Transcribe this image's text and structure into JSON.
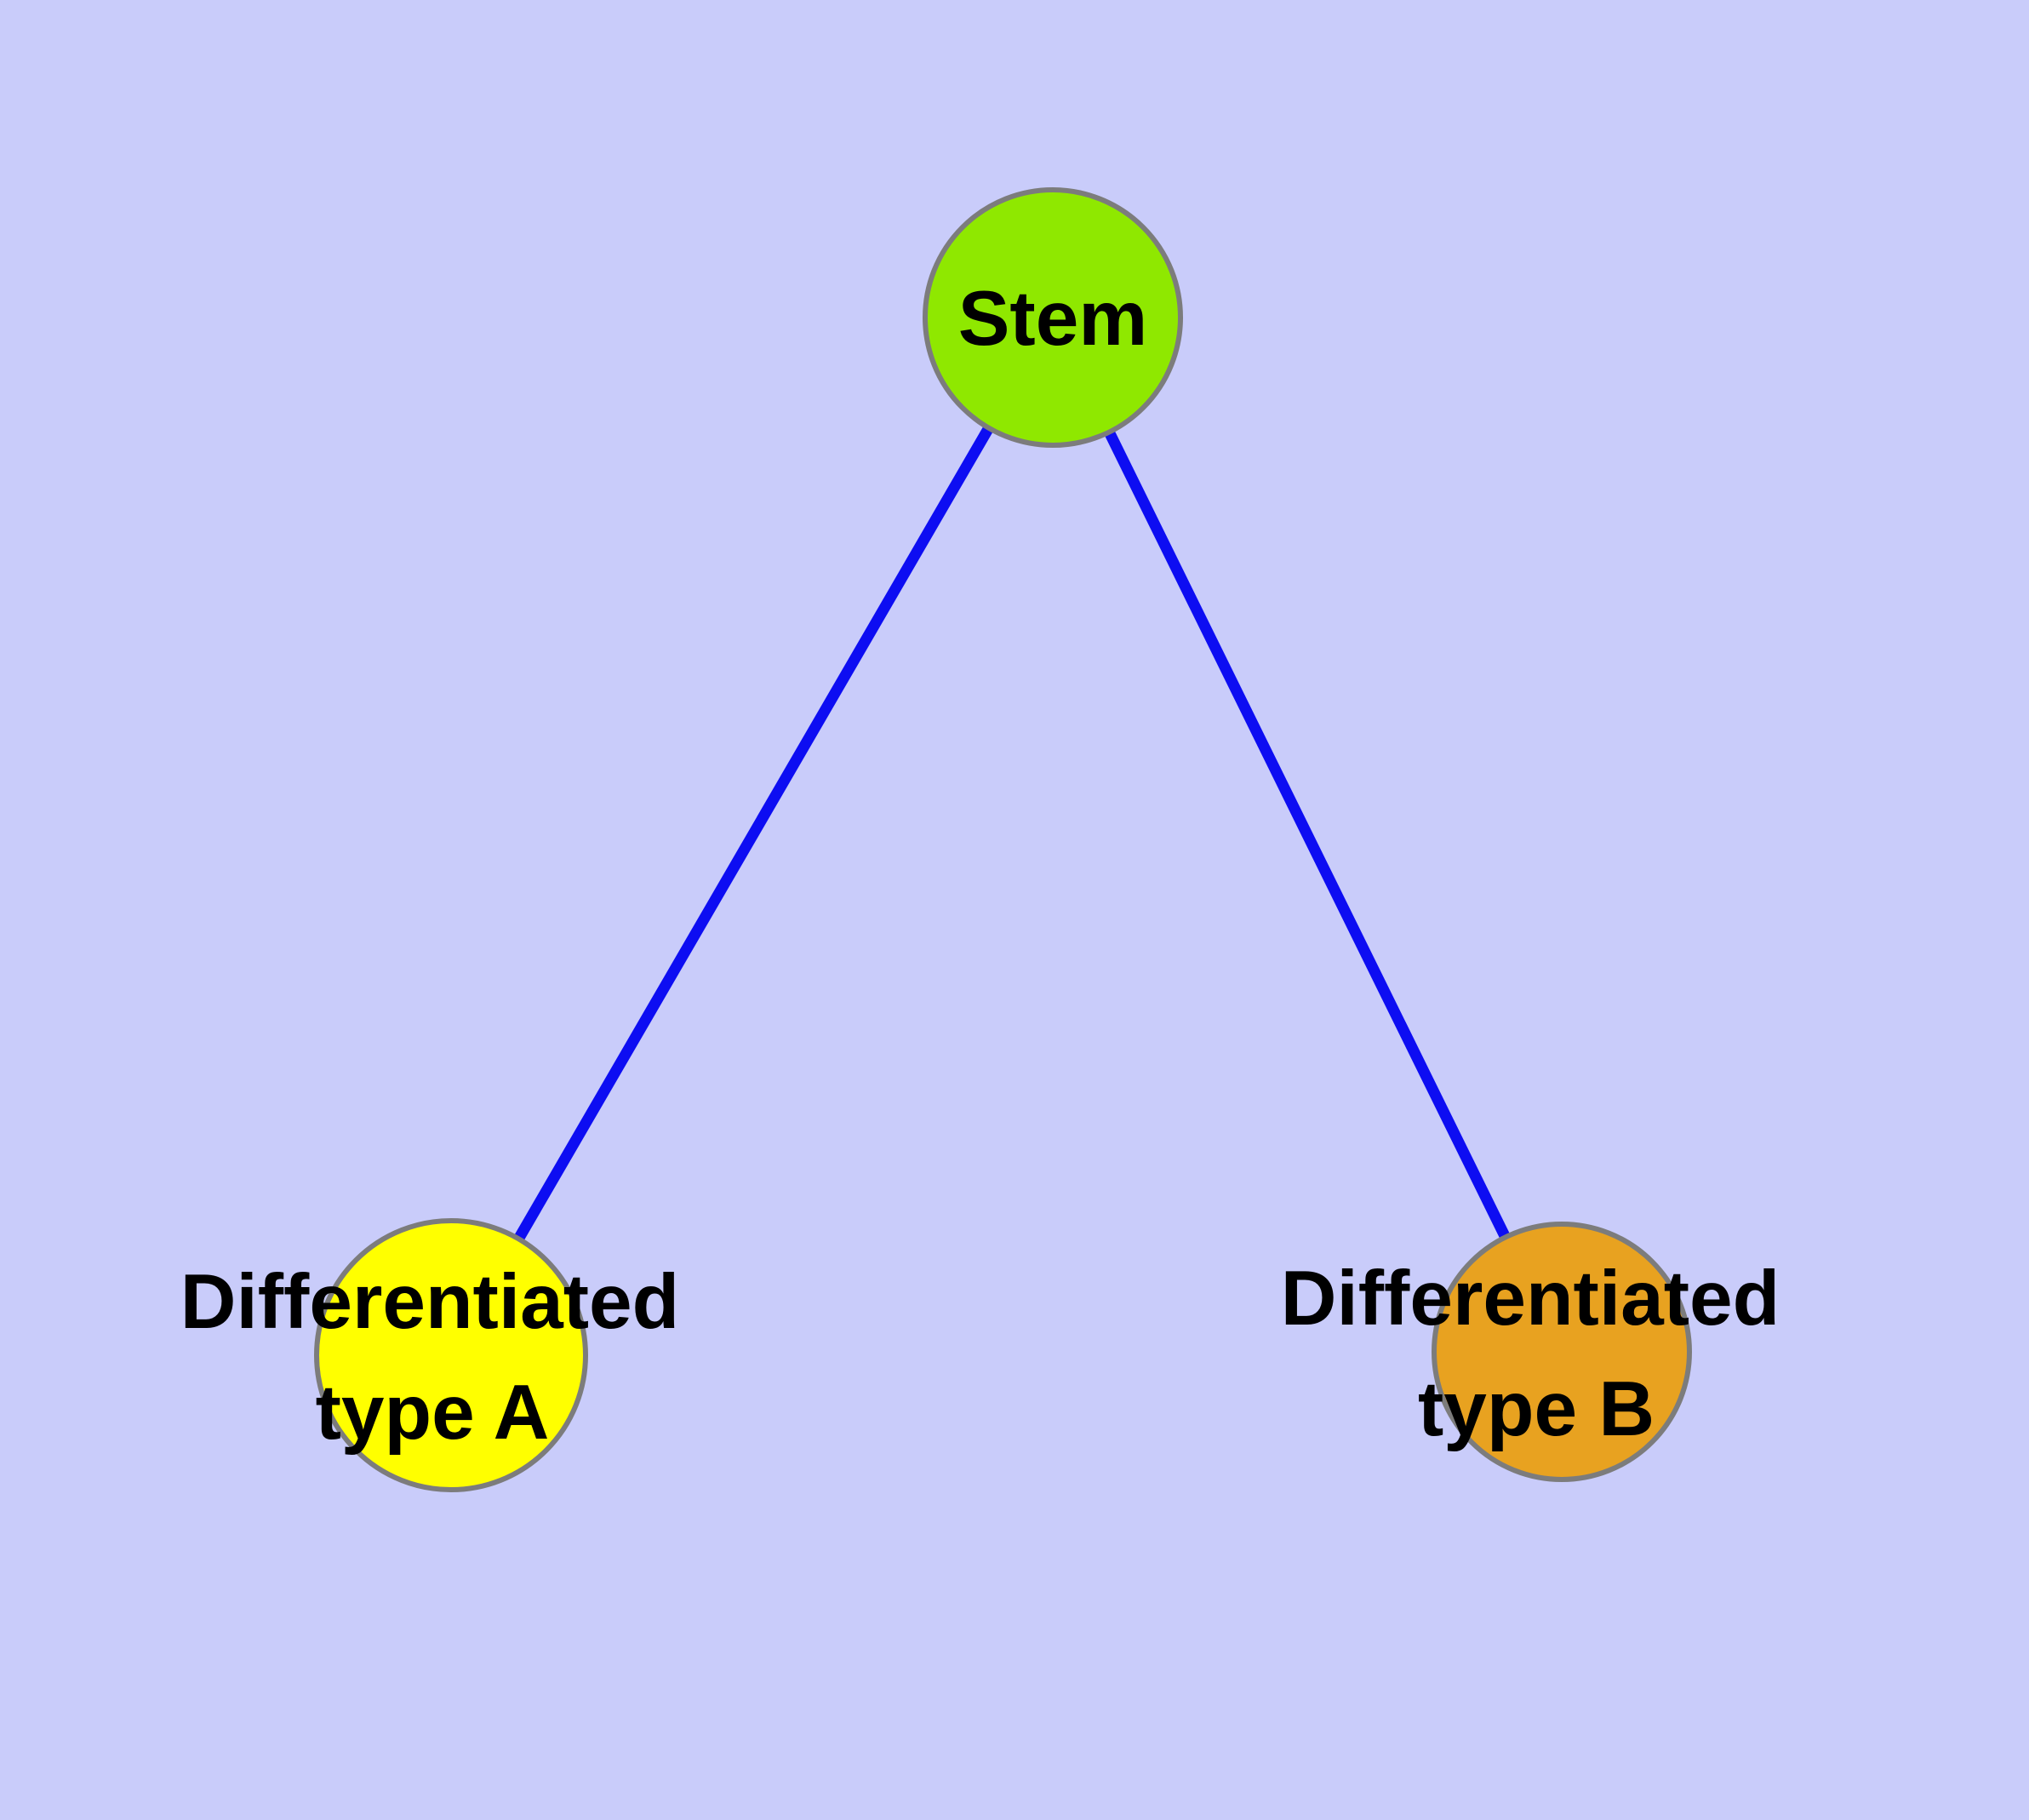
{
  "diagram": {
    "title": "",
    "background_color": "#C9CCFA",
    "edge_color": "#0D0DF2",
    "node_border_color": "#7C7C7C",
    "label_color": "#000000",
    "nodes": {
      "stem": {
        "label": "Stem",
        "fill": "#8FE800"
      },
      "type_a": {
        "label_line1": "Differentiated",
        "label_line2": "type A",
        "fill": "#FFFF00"
      },
      "type_b": {
        "label_line1": "Differentiated",
        "label_line2": "type B",
        "fill": "#E8A220"
      }
    },
    "edges": [
      {
        "from": "stem",
        "to": "type_a"
      },
      {
        "from": "stem",
        "to": "type_b"
      }
    ]
  }
}
